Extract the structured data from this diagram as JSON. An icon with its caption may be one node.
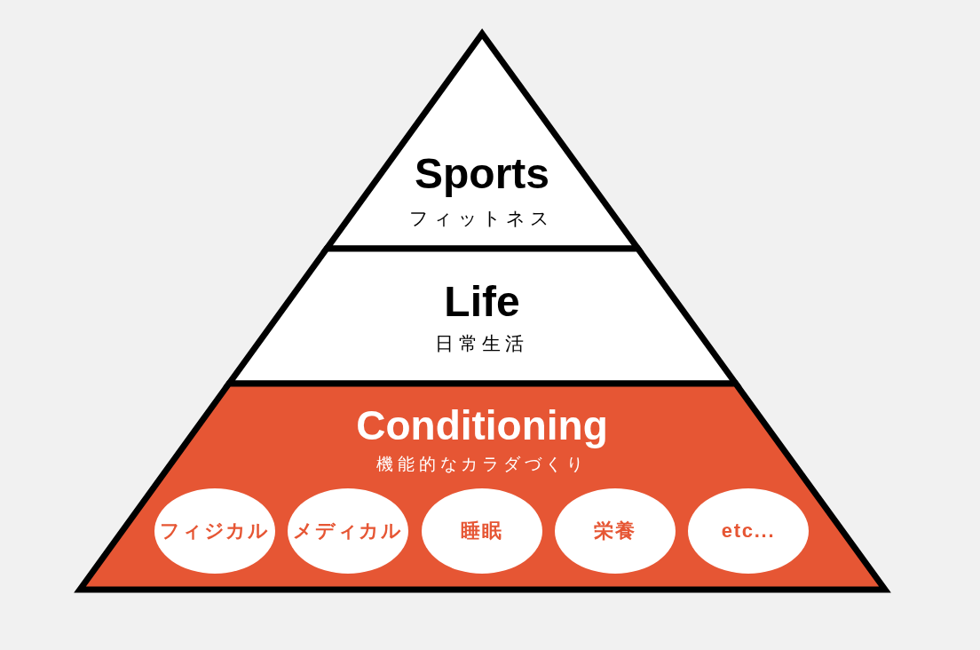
{
  "diagram": {
    "nodes": [
      {
        "text": [
          "Sports",
          "フィットネス"
        ]
      },
      {
        "text": [
          "Life",
          "日常生活"
        ]
      },
      {
        "text": [
          "Conditioning",
          "機能的なカラダづくり"
        ]
      },
      {
        "text": [
          "フィジカル"
        ],
        "in": 2
      },
      {
        "text": [
          "メディカル"
        ],
        "in": 2
      },
      {
        "text": [
          "睡眠"
        ],
        "in": 2
      },
      {
        "text": [
          "栄養"
        ],
        "in": 2
      },
      {
        "text": [
          "etc..."
        ],
        "in": 2
      }
    ]
  }
}
